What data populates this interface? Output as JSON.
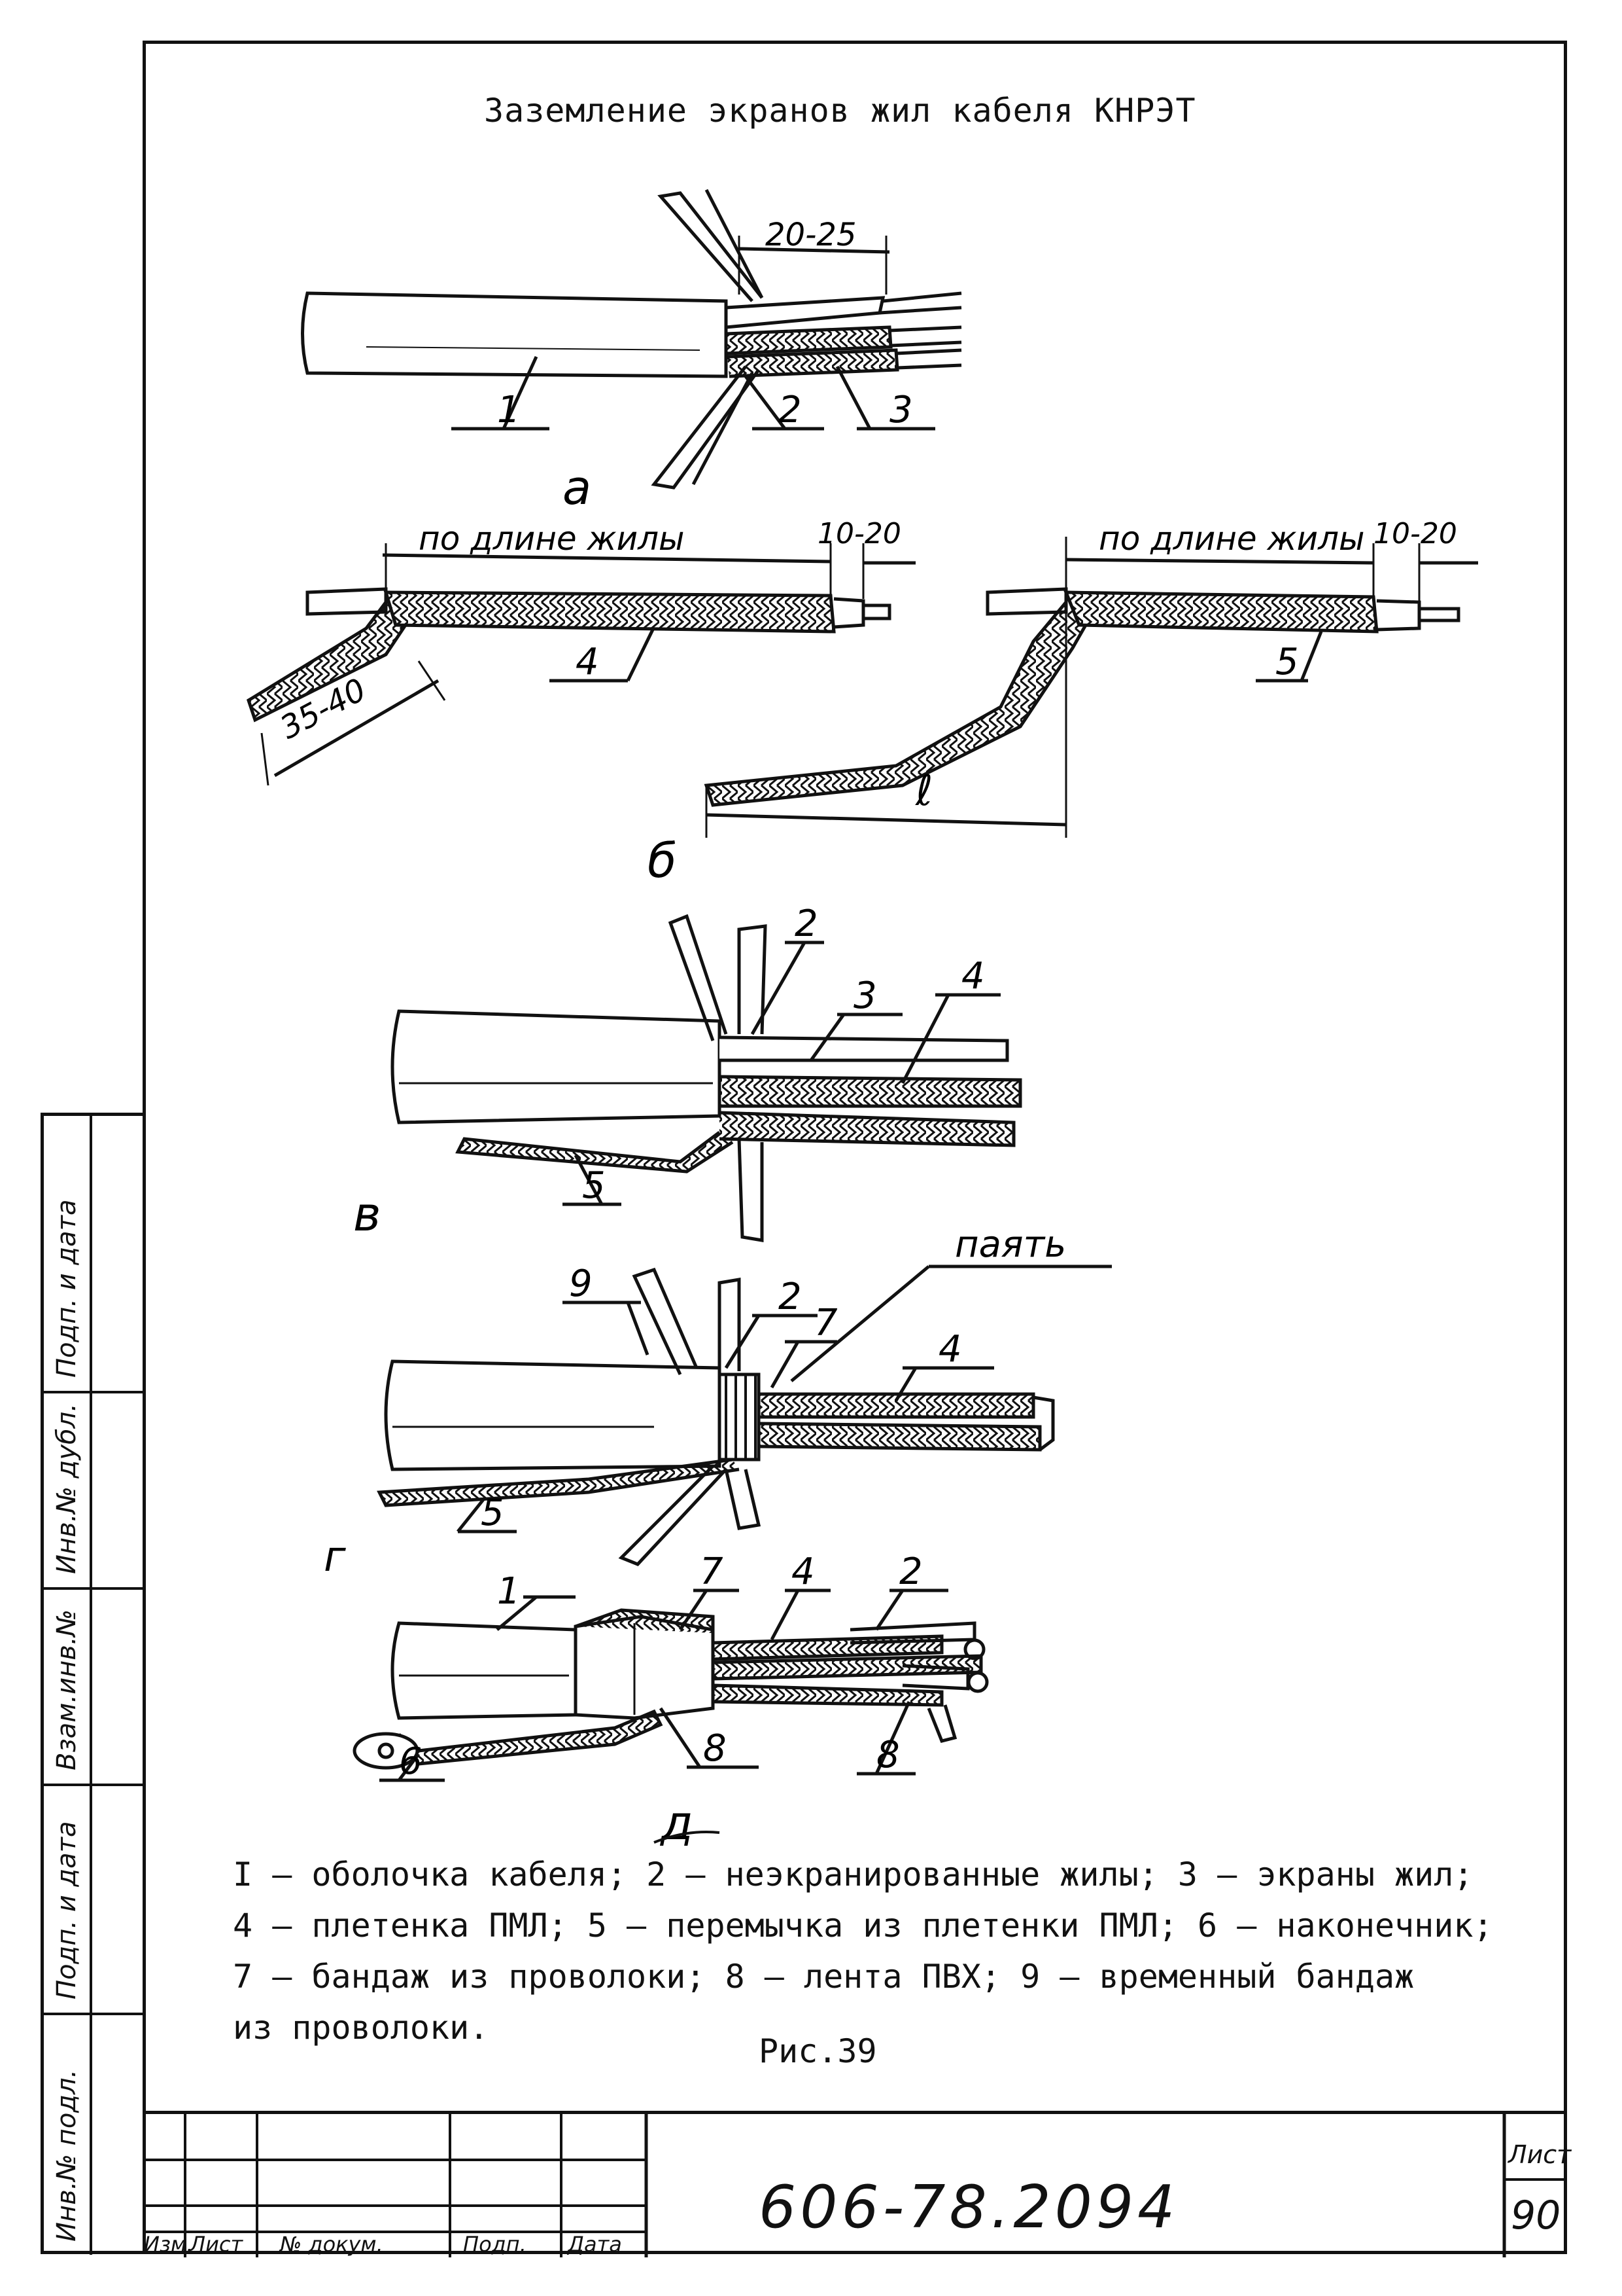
{
  "title": "Заземление экранов жил кабеля КНРЭТ",
  "figure_a": {
    "dim": "20-25",
    "callouts": [
      "1",
      "2",
      "3"
    ],
    "letter": "a"
  },
  "figure_b": {
    "left_length": "по длине жилы",
    "left_end": "10-20",
    "left_bend": "35-40",
    "left_callout": "4",
    "right_length": "по длине жилы",
    "right_end": "10-20",
    "right_callout": "5",
    "right_dim": "ℓ",
    "letter": "б"
  },
  "figure_v": {
    "callouts": [
      "2",
      "3",
      "4",
      "5"
    ],
    "letter": "в"
  },
  "figure_g": {
    "solder": "паять",
    "callouts": [
      "9",
      "2",
      "7",
      "4",
      "5"
    ],
    "letter": "г"
  },
  "figure_d": {
    "callouts": [
      "1",
      "7",
      "4",
      "2",
      "6",
      "8",
      "8"
    ],
    "letter": "д"
  },
  "legend": [
    "I – оболочка кабеля; 2 – неэкранированные жилы; 3 – экраны жил;",
    "4 – плетенка ПМЛ; 5 – перемычка из плетенки ПМЛ; 6 – наконечник;",
    "7 – бандаж из проволоки; 8 – лента ПВХ; 9 – временный бандаж",
    "из проволоки."
  ],
  "figure_caption": "Рис.39",
  "stamp": {
    "doc_number": "606-78.2094",
    "sheet_label": "Лист",
    "sheet_number": "90",
    "cols": [
      "Изм.",
      "Лист",
      "№ докум.",
      "Подп.",
      "Дата"
    ]
  },
  "side_stamp": [
    "Подп. и дата",
    "Инв.№ дубл.",
    "Взам.инв.№",
    "Подп. и дата",
    "Инв.№ подл."
  ]
}
